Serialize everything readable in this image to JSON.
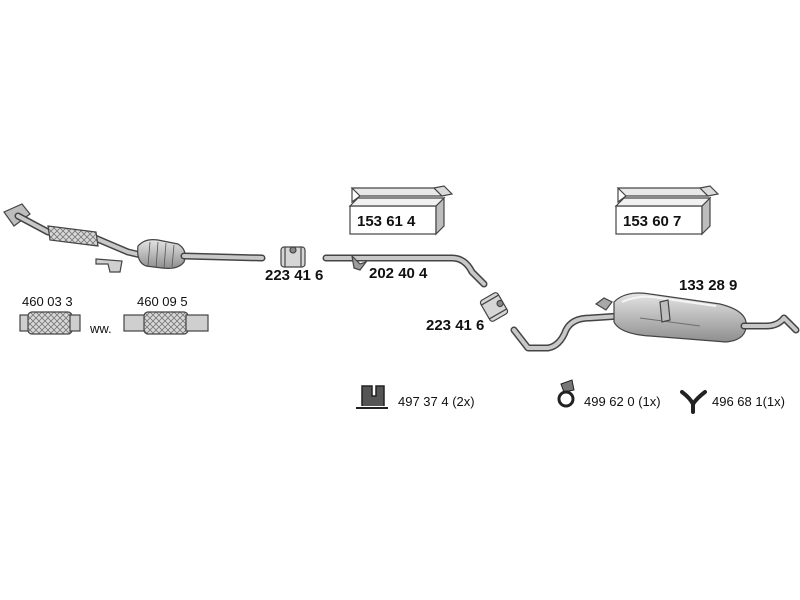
{
  "parts": {
    "box_left": "153 61 4",
    "box_right": "153 60 7",
    "clamp_first": "223 41 6",
    "clamp_second": "223 41 6",
    "mid_pipe": "202 40 4",
    "rear_silencer": "133 28 9",
    "flex_pipe_a": "460 03 3",
    "flex_pipe_b": "460 09 5",
    "flex_separator": "ww.",
    "mount_bracket": "497 37 4 (2x)",
    "rubber_ring": "499 62 0 (1x)",
    "hanger_y": "496 68 1(1x)"
  },
  "colors": {
    "stroke": "#444444",
    "fill_light": "#d0d0d0",
    "fill_mid": "#a8a8a8"
  }
}
